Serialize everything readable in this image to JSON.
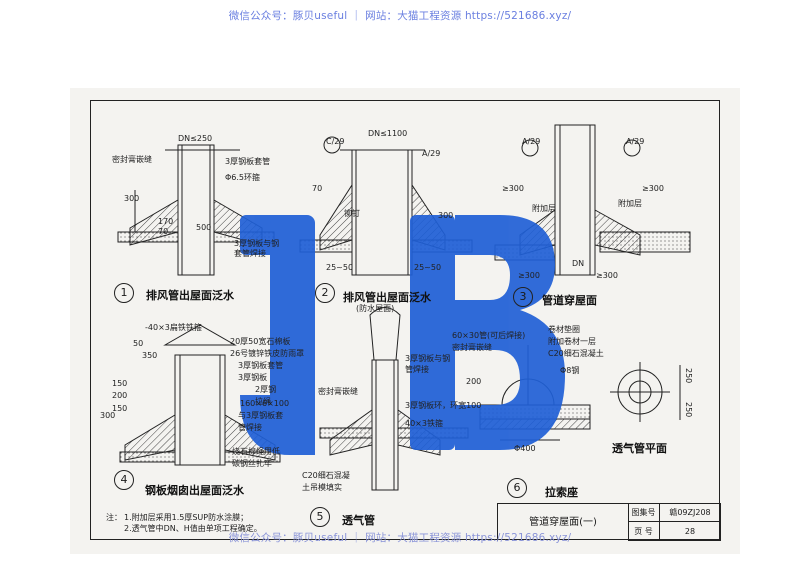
{
  "watermark": {
    "top": "微信公众号：豚贝useful ｜ 网站：大猫工程资源 https://521686.xyz/",
    "bottom": "微信公众号：豚贝useful ｜ 网站：大猫工程资源 https://521686.xyz/"
  },
  "colors": {
    "logo_blue": "#1f5fd6",
    "paper": "#f4f3f0",
    "hatch": "#444444"
  },
  "details": [
    {
      "num": "1",
      "title": "排风管出屋面泛水",
      "labels": [
        "DN≤250",
        "密封膏嵌缝",
        "3厚钢板套管",
        "Φ6.5环箍",
        "3厚钢板与钢",
        "套管焊接",
        "300",
        "70",
        "170",
        "500"
      ]
    },
    {
      "num": "2",
      "title": "排风管出屋面泛水",
      "subtitle": "(防水屋面)",
      "labels": [
        "DN≤1100",
        "A/29",
        "C/29",
        "70",
        "300",
        "25~50",
        "25~50",
        "铆钉"
      ]
    },
    {
      "num": "3",
      "title": "管道穿屋面",
      "labels": [
        "A/29",
        "A/29",
        "≥300",
        "≥300",
        "附加层",
        "附加层",
        "≥300",
        "DN",
        "≥300"
      ]
    },
    {
      "num": "4",
      "title": "钢板烟囱出屋面泛水",
      "labels": [
        "-40×3扁铁铁箍",
        "20厚50宽石棉板",
        "26号镀锌铁皮防雨罩",
        "3厚钢板套管",
        "3厚钢板",
        "2厚钢",
        "50",
        "350",
        "150",
        "200",
        "300",
        "150",
        "烧石棉绳用低",
        "碳钢丝扎牢",
        "拉绳",
        "160×6×100",
        "与3厚钢板套",
        "管焊接"
      ]
    },
    {
      "num": "5",
      "title": "透气管",
      "labels": [
        "3厚钢板与钢",
        "管焊接",
        "密封膏嵌缝",
        "3厚钢板环，环宽100",
        "C20细石混凝",
        "土吊模填实",
        "40×3铁箍"
      ]
    },
    {
      "num": "6",
      "title": "拉索座",
      "labels": [
        "60×30管(可后焊接)",
        "密封膏嵌缝",
        "卷材垫圈",
        "附加卷材一层",
        "C20细石混凝土",
        "Φ8钢",
        "200",
        "Φ400"
      ]
    },
    {
      "num": "",
      "title": "透气管平面",
      "labels": [
        "250",
        "250"
      ]
    }
  ],
  "notes": {
    "heading": "注：",
    "items": [
      "1.附加层采用1.5厚SUP防水涂膜；",
      "2.透气管中DN、H值由单项工程确定。"
    ]
  },
  "title_block": {
    "title": "管道穿屋面(一)",
    "atlas_label": "图集号",
    "atlas_value": "赣09ZJ208",
    "page_label": "页 号",
    "page_value": "28"
  }
}
